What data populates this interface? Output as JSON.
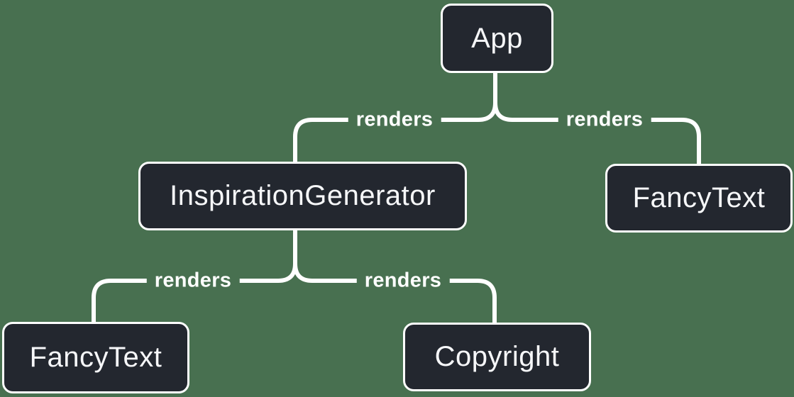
{
  "diagram": {
    "type": "component-render-tree",
    "colors": {
      "background": "#487050",
      "node_fill": "#23272f",
      "node_border": "#ffffff",
      "line": "#ffffff",
      "text": "#f6f7f9"
    },
    "nodes": [
      {
        "id": "app",
        "label": "App"
      },
      {
        "id": "inspiration-generator",
        "label": "InspirationGenerator"
      },
      {
        "id": "fancy-text-right",
        "label": "FancyText"
      },
      {
        "id": "fancy-text-left",
        "label": "FancyText"
      },
      {
        "id": "copyright",
        "label": "Copyright"
      }
    ],
    "edges": [
      {
        "from": "App",
        "to": "InspirationGenerator",
        "label": "renders"
      },
      {
        "from": "App",
        "to": "FancyText",
        "label": "renders"
      },
      {
        "from": "InspirationGenerator",
        "to": "FancyText",
        "label": "renders"
      },
      {
        "from": "InspirationGenerator",
        "to": "Copyright",
        "label": "renders"
      }
    ]
  }
}
